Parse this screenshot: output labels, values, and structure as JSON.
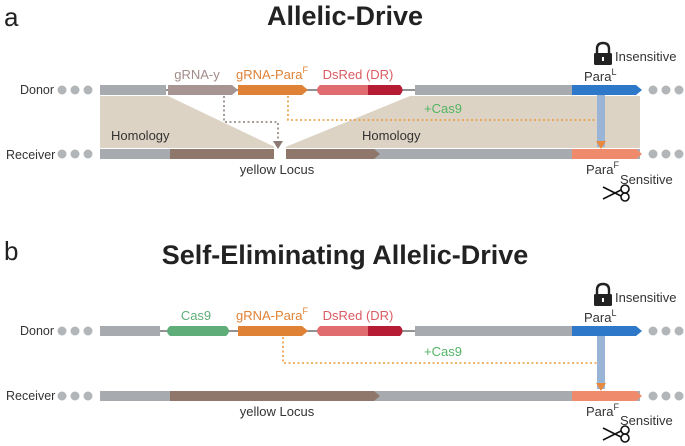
{
  "panel_a": {
    "letter": "a",
    "title": "Allelic-Drive",
    "donor_label": "Donor",
    "receiver_label": "Receiver",
    "gene_labels": {
      "grna_y": "gRNA-y",
      "grna_para": "gRNA-Para",
      "grna_para_sup": "F",
      "dsred": "DsRed (DR)"
    },
    "cas9_note": "+Cas9",
    "homology_left": "Homology",
    "homology_right": "Homology",
    "locus_label": "yellow Locus",
    "insensitive_label": "Insensitive",
    "para_l": "Para",
    "para_l_sup": "L",
    "para_f": "Para",
    "para_f_sup": "F",
    "sensitive_label": "Sensitive"
  },
  "panel_b": {
    "letter": "b",
    "title": "Self-Eliminating Allelic-Drive",
    "donor_label": "Donor",
    "receiver_label": "Receiver",
    "gene_labels": {
      "cas9": "Cas9",
      "grna_para": "gRNA-Para",
      "grna_para_sup": "F",
      "dsred": "DsRed (DR)"
    },
    "cas9_note": "+Cas9",
    "locus_label": "yellow Locus",
    "insensitive_label": "Insensitive",
    "para_l": "Para",
    "para_l_sup": "L",
    "para_f": "Para",
    "para_f_sup": "F",
    "sensitive_label": "Sensitive"
  },
  "colors": {
    "chromosome": "#a7abaf",
    "dots": "#b3b6b9",
    "homology_shade": "#ddd3c4",
    "grna_y": "#a69593",
    "grna_para": "#e08236",
    "dsred": "#e16c70",
    "dsred_dark": "#b71c35",
    "cas9": "#5fad78",
    "para_l": "#2d78c8",
    "para_f": "#f08a6c",
    "locus": "#8f776c",
    "cas9_text": "#52b463"
  },
  "icons": [
    "padlock-icon",
    "scissors-icon"
  ]
}
